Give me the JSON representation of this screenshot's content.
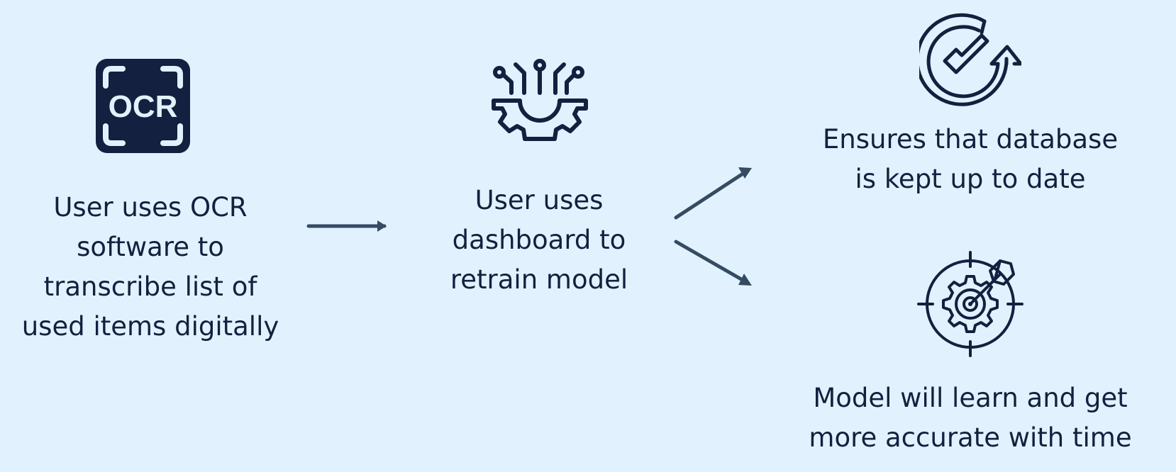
{
  "colors": {
    "background": "#e1f2fe",
    "icon": "#13203f",
    "arrow": "#344b62",
    "text": "#13203f"
  },
  "steps": [
    {
      "icon": "ocr-icon",
      "icon_text": "OCR",
      "lines": [
        "User uses OCR",
        "software to",
        "transcribe list of",
        "used items digitally"
      ]
    },
    {
      "icon": "circuit-gear-icon",
      "lines": [
        "User uses",
        "dashboard to",
        "retrain model"
      ]
    },
    {
      "icon": "refresh-check-icon",
      "lines": [
        "Ensures that database",
        "is kept up to date"
      ]
    },
    {
      "icon": "gear-target-icon",
      "lines": [
        "Model will learn and get",
        "more accurate with time"
      ]
    }
  ]
}
